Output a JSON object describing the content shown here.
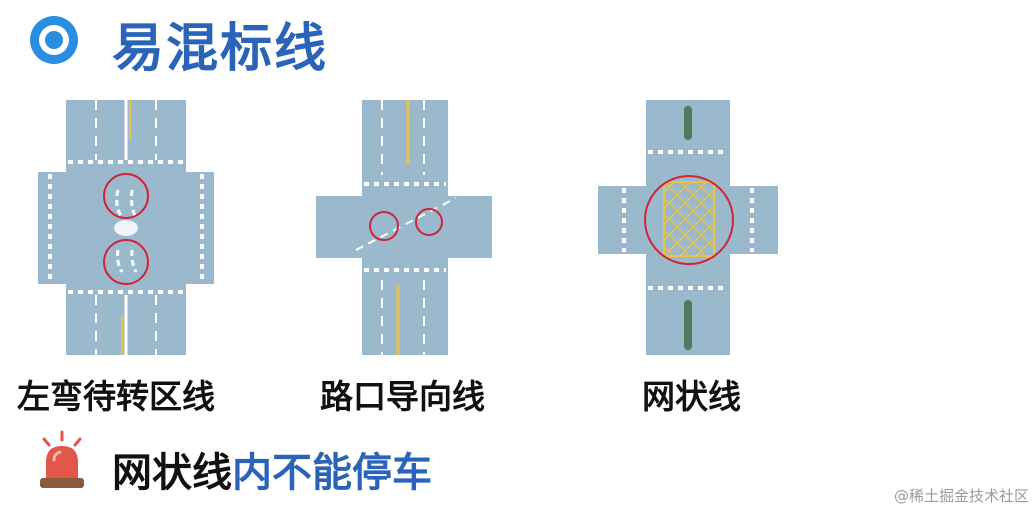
{
  "title": "易混标线",
  "diagrams": [
    {
      "caption": "左弯待转区线"
    },
    {
      "caption": "路口导向线"
    },
    {
      "caption": "网状线"
    }
  ],
  "warning": {
    "part1": "网状线",
    "part2": "内不能停车"
  },
  "watermark": "@稀土掘金技术社区",
  "colors": {
    "title": "#2a64b8",
    "road": "#9bb9cc",
    "highlight": "#d0243a",
    "lane_yellow": "#e8c24a"
  }
}
